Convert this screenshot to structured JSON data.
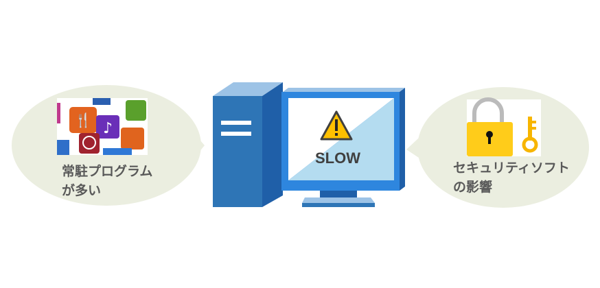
{
  "left_bubble": {
    "line1": "常駐プログラム",
    "line2": "が多い",
    "icon": "app-icons-image"
  },
  "right_bubble": {
    "line1": "セキュリティソフト",
    "line2": "の影響",
    "icon": "padlock-key-image"
  },
  "computer": {
    "screen_text": "SLOW",
    "icon": "warning-icon"
  },
  "colors": {
    "bubble": "#ebeee0",
    "tower_front": "#2e75b6",
    "tower_side": "#1f5fa8",
    "tower_top": "#9dc3e6",
    "monitor": "#2e86de",
    "screen_light": "#b4dcf0",
    "text": "#595959"
  }
}
